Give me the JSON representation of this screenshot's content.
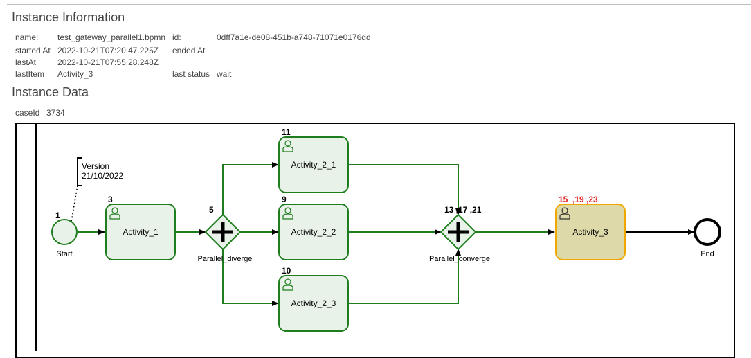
{
  "instance_info": {
    "title": "Instance Information",
    "name_label": "name:",
    "name_value": "test_gateway_parallel1.bpmn",
    "id_label": "id:",
    "id_value": "0dff7a1e-de08-451b-a748-71071e0176dd",
    "started_label": "started At",
    "started_value": "2022-10-21T07:20:47.225Z",
    "ended_label": "ended At",
    "ended_value": "",
    "last_at_label": "lastAt",
    "last_at_value": "2022-10-21T07:55:28.248Z",
    "last_item_label": "lastItem",
    "last_item_value": "Activity_3",
    "last_status_label": "last status",
    "last_status_value": "wait"
  },
  "instance_data": {
    "title": "Instance Data",
    "case_id_label": "caseId",
    "case_id_value": "3734"
  },
  "diagram": {
    "annotation_line1": "Version",
    "annotation_line2": "21/10/2022",
    "start": {
      "label": "Start",
      "badge": "1"
    },
    "end": {
      "label": "End"
    },
    "activity_1": {
      "label": "Activity_1",
      "badge": "3"
    },
    "gateway_diverge": {
      "label": "Parallel_diverge",
      "badge": "5"
    },
    "activity_2_1": {
      "label": "Activity_2_1",
      "badge": "11"
    },
    "activity_2_2": {
      "label": "Activity_2_2",
      "badge": "9"
    },
    "activity_2_3": {
      "label": "Activity_2_3",
      "badge": "10"
    },
    "gateway_converge": {
      "label": "Parallel_converge",
      "badge": "13 ,17 ,21"
    },
    "activity_3": {
      "label": "Activity_3",
      "badge": "15  ,19 ,23"
    },
    "colors": {
      "completed_stroke": "#1e7e1e",
      "completed_fill": "#e9f2e9",
      "current_stroke": "#f0a800",
      "current_fill": "#ddd9a8",
      "current_badge": "#e02020"
    }
  }
}
